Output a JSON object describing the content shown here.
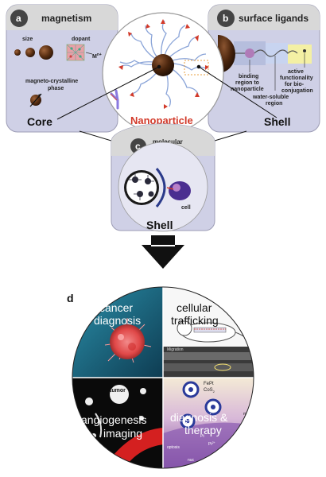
{
  "panels": {
    "a": {
      "letter": "a",
      "title": "magnetism",
      "size_label": "size",
      "dopant_label": "dopant",
      "dopant_symbol": "M",
      "dopant_superscript": "n+",
      "phase_label_1": "magneto-crystalline",
      "phase_label_2": "phase",
      "bottom_label": "Core"
    },
    "b": {
      "letter": "b",
      "title": "surface ligands",
      "binding_1": "binding",
      "binding_2": "region to",
      "binding_3": "nanoparticle",
      "active_1": "active",
      "active_2": "functionality",
      "active_3": "for bio-",
      "active_4": "conjugation",
      "water_1": "water-soluble",
      "water_2": "region",
      "bottom_label": "Shell"
    },
    "center": {
      "label": "Nanoparticle"
    },
    "c": {
      "letter": "c",
      "title_1": "molecular",
      "title_2": "targeting",
      "cell_label": "cell",
      "bottom_label": "Shell"
    },
    "d": {
      "letter": "d",
      "q1_1": "cancer",
      "q1_2": "diagnosis",
      "q2_1": "cellular",
      "q2_2": "trafficking",
      "q2_inset_1": "Migration",
      "q3_tumor": "tumor",
      "q3_1": "angiogenesis",
      "q3_2": "imaging",
      "q4_fept": "FePt",
      "q4_cos": "CoS",
      "q4_cos_sub": "2",
      "q4_1": "diagnosis &",
      "q4_2": "therapy",
      "q4_small_1": "optosis",
      "q4_small_2": "Pt",
      "q4_small_2_sup": "2+",
      "q4_small_3": "Pt",
      "q4_small_4": "nuc",
      "q4_small_5": "mo"
    }
  },
  "colors": {
    "panel_fill": "#cfd0e6",
    "panel_header": "#d8d8d8",
    "header_circle": "#444444",
    "core_brown": "#5a2f12",
    "red_accent": "#d23a2a",
    "arrow": "#111111"
  }
}
